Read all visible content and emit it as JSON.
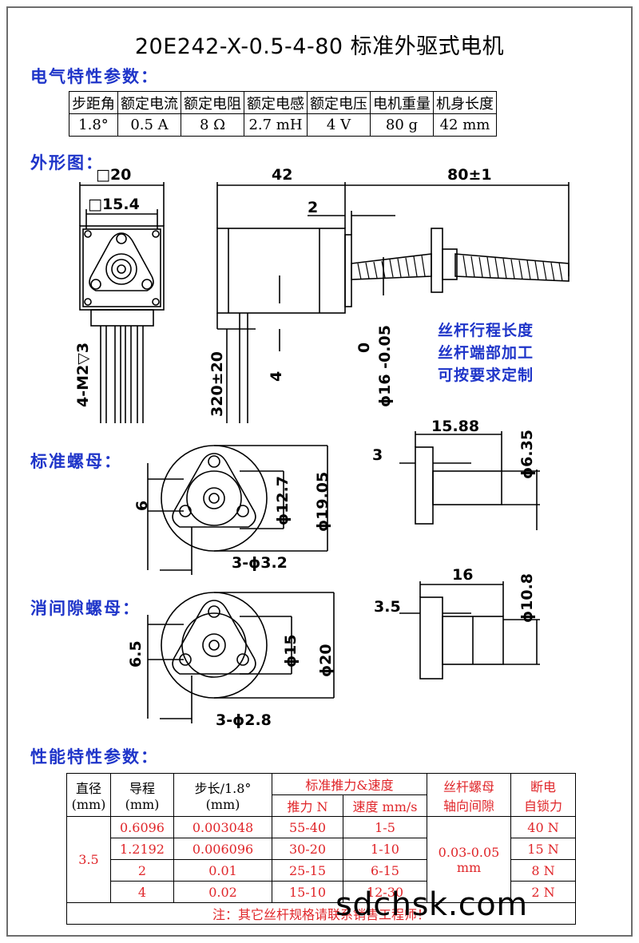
{
  "title": "20E242-X-0.5-4-80 标准外驱式电机",
  "sections": {
    "electrical": "电气特性参数：",
    "outline": "外形图：",
    "std_nut": "标准螺母：",
    "anti_nut": "消间隙螺母：",
    "performance": "性能特性参数："
  },
  "electrical_table": {
    "headers": [
      "步距角",
      "额定电流",
      "额定电阻",
      "额定电感",
      "额定电压",
      "电机重量",
      "机身长度"
    ],
    "values": [
      "1.8°",
      "0.5 A",
      "8 Ω",
      "2.7 mH",
      "4 V",
      "80 g",
      "42 mm"
    ]
  },
  "dims": {
    "sq20": "□20",
    "sq154": "□15.4",
    "len42": "42",
    "len80": "80±1",
    "d2": "2",
    "m2": "4-M2▽3",
    "lead": "320±20",
    "d4": "4",
    "shaft": "0",
    "shaft2": "ϕ16 -0.05",
    "std_1588": "15.88",
    "std_3": "3",
    "std_635": "ϕ6.35",
    "std_6": "6",
    "std_127": "ϕ12.7",
    "std_1905": "ϕ19.05",
    "std_holes": "3-ϕ3.2",
    "anti_16": "16",
    "anti_35": "3.5",
    "anti_108": "ϕ10.8",
    "anti_65": "6.5",
    "anti_15": "ϕ15",
    "anti_20": "ϕ20",
    "anti_holes": "3-ϕ2.8"
  },
  "annotation": [
    "丝杆行程长度",
    "丝杆端部加工",
    "可按要求定制"
  ],
  "perf_table": {
    "h_diameter": "直径",
    "h_diameter_unit": "(mm)",
    "h_lead": "导程",
    "h_lead_unit": "(mm)",
    "h_step": "步长/1.8°",
    "h_step_unit": "(mm)",
    "h_thrust_speed": "标准推力&速度",
    "h_thrust": "推力 N",
    "h_speed": "速度 mm/s",
    "h_backlash": "丝杆螺母",
    "h_backlash2": "轴向间隙",
    "h_lock": "断电",
    "h_lock2": "自锁力",
    "diameter": "3.5",
    "backlash": "0.03-0.05",
    "backlash_unit": "mm",
    "rows": [
      {
        "lead": "0.6096",
        "step": "0.003048",
        "thrust": "55-40",
        "speed": "1-5",
        "lock": "40 N"
      },
      {
        "lead": "1.2192",
        "step": "0.006096",
        "thrust": "30-20",
        "speed": "1-10",
        "lock": "15 N"
      },
      {
        "lead": "2",
        "step": "0.01",
        "thrust": "25-15",
        "speed": "6-15",
        "lock": "8 N"
      },
      {
        "lead": "4",
        "step": "0.02",
        "thrust": "15-10",
        "speed": "12-30",
        "lock": "2 N"
      }
    ],
    "note": "注：其它丝杆规格请联系销售工程师！"
  },
  "watermark": "sdchsk.com"
}
